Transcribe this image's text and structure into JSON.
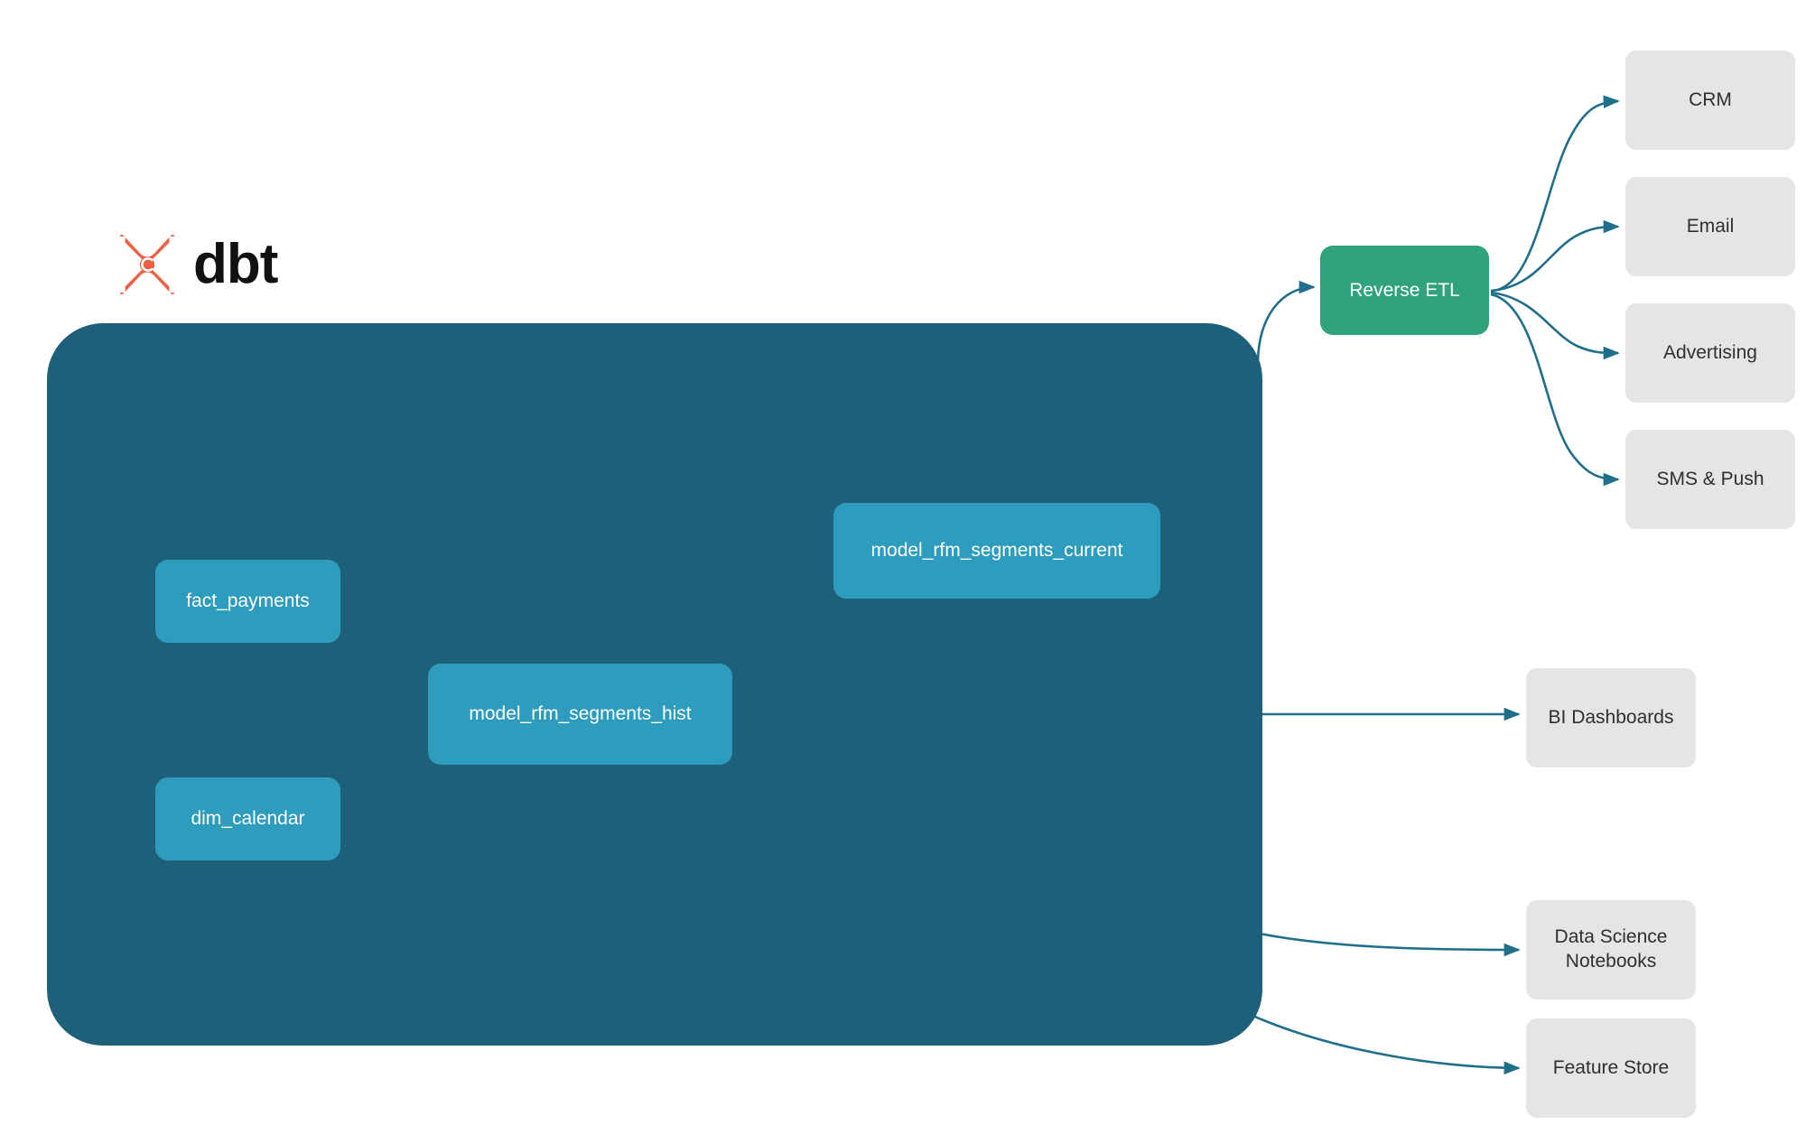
{
  "brand": {
    "name": "dbt",
    "logo_icon": "dbt-x-logo-icon",
    "logo_color": "#ef5f45"
  },
  "colors": {
    "background": "#ffffff",
    "project_container": "#1e6079",
    "model_node": "#2e9cbd",
    "reverse_etl_node": "#2fa27e",
    "destination_node": "#e5e5e5",
    "internal_edge": "#3a8ba5",
    "external_edge": "#1f6f8b",
    "model_label": "#ffffff",
    "destination_label": "#2f2f2f"
  },
  "project": {
    "models": [
      {
        "id": "fact_payments",
        "label": "fact_payments"
      },
      {
        "id": "dim_calendar",
        "label": "dim_calendar"
      },
      {
        "id": "model_rfm_segments_hist",
        "label": "model_rfm_segments_hist"
      },
      {
        "id": "model_rfm_segments_current",
        "label": "model_rfm_segments_current"
      }
    ]
  },
  "reverse_etl": {
    "label": "Reverse ETL"
  },
  "activation_destinations": [
    {
      "id": "crm",
      "label": "CRM"
    },
    {
      "id": "email",
      "label": "Email"
    },
    {
      "id": "advertising",
      "label": "Advertising"
    },
    {
      "id": "sms_push",
      "label": "SMS & Push"
    }
  ],
  "analytics_destinations": [
    {
      "id": "bi_dashboards",
      "label": "BI Dashboards"
    },
    {
      "id": "ds_notebooks",
      "label": "Data Science\nNotebooks"
    },
    {
      "id": "feature_store",
      "label": "Feature Store"
    }
  ],
  "edges": [
    {
      "from": "fact_payments",
      "to": "model_rfm_segments_hist",
      "scope": "internal"
    },
    {
      "from": "dim_calendar",
      "to": "model_rfm_segments_hist",
      "scope": "internal"
    },
    {
      "from": "model_rfm_segments_hist",
      "to": "model_rfm_segments_current",
      "scope": "internal"
    },
    {
      "from": "model_rfm_segments_current",
      "to": "reverse_etl",
      "scope": "external"
    },
    {
      "from": "model_rfm_segments_hist",
      "to": "bi_dashboards",
      "scope": "external"
    },
    {
      "from": "model_rfm_segments_hist",
      "to": "ds_notebooks",
      "scope": "external"
    },
    {
      "from": "model_rfm_segments_hist",
      "to": "feature_store",
      "scope": "external"
    },
    {
      "from": "reverse_etl",
      "to": "crm",
      "scope": "external"
    },
    {
      "from": "reverse_etl",
      "to": "email",
      "scope": "external"
    },
    {
      "from": "reverse_etl",
      "to": "advertising",
      "scope": "external"
    },
    {
      "from": "reverse_etl",
      "to": "sms_push",
      "scope": "external"
    }
  ]
}
